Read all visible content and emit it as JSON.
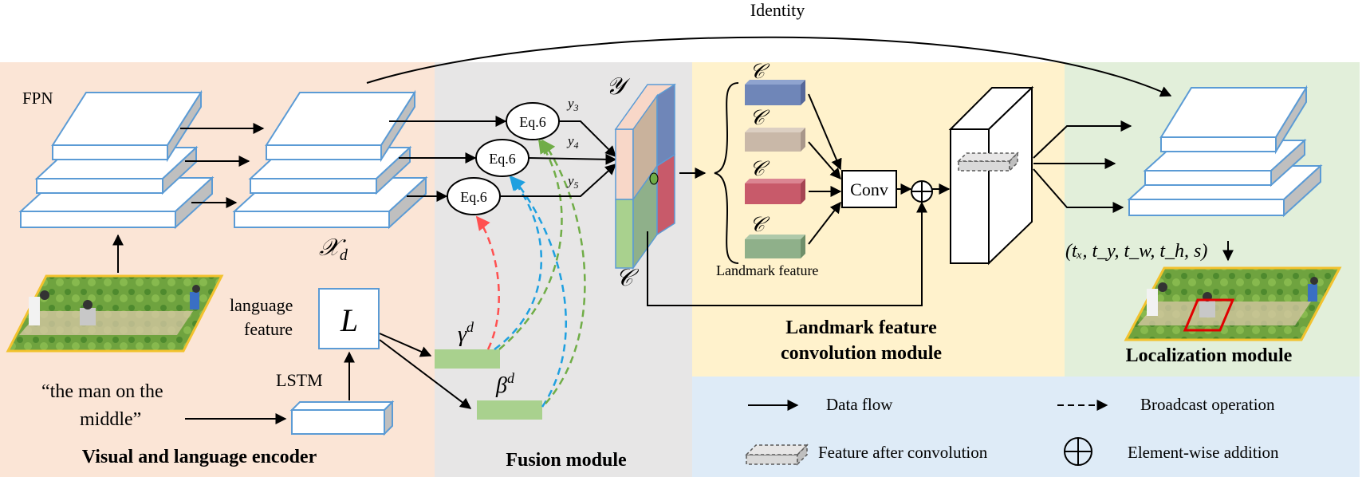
{
  "colors": {
    "encoder_bg": "#FBE5D6",
    "fusion_bg": "#E7E6E6",
    "landmark_bg": "#FFF2CC",
    "localization_bg": "#E2EFDA",
    "legend_bg": "#DEEBF7",
    "block_stroke": "#5B9BD5",
    "block_side": "#BFBFBF",
    "gamma_beta_fill": "#A9D18E",
    "red_dash": "#FF5050",
    "blue_dash": "#1FA0E0",
    "green_dash": "#70AD47",
    "lm_blue": "#6F86B8",
    "lm_beige": "#C9B8A8",
    "lm_red": "#C85A6A",
    "lm_green": "#8FB08A"
  },
  "labels": {
    "identity": "Identity",
    "fpn": "FPN",
    "xd": "𝒳",
    "xd_sub": "d",
    "language_feature_1": "language",
    "language_feature_2": "feature",
    "L": "L",
    "lstm": "LSTM",
    "query_1": "“the man on the",
    "query_2": "middle”",
    "encoder_title": "Visual and language encoder",
    "gamma": "γ",
    "gamma_sup": "d",
    "beta": "β",
    "beta_sup": "d",
    "eq6": "Eq.6",
    "y3": "y",
    "y3_sub": "3",
    "y4": "y",
    "y4_sub": "4",
    "y5": "y",
    "y5_sub": "5",
    "Y": "𝒴",
    "C_fusion": "𝒞",
    "fusion_title": "Fusion module",
    "C_lm": "𝒞",
    "landmark_feature": "Landmark feature",
    "conv": "Conv",
    "landmark_title_1": "Landmark feature",
    "landmark_title_2": "convolution module",
    "output": "(t",
    "output_full": "(tₓ, t_y, t_w, t_h, s)",
    "localization_title": "Localization module"
  },
  "legend": {
    "data_flow": "Data flow",
    "broadcast": "Broadcast operation",
    "feature_after_conv": "Feature after convolution",
    "elementwise_add": "Element-wise addition"
  }
}
